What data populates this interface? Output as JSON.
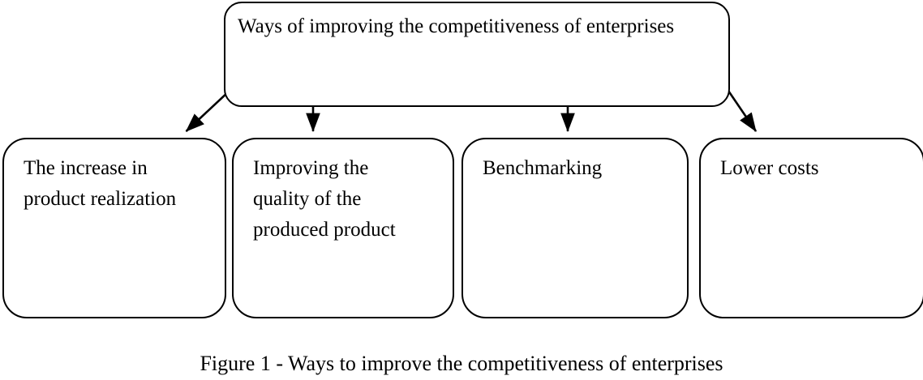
{
  "figure": {
    "caption": "Figure 1 - Ways to improve the competitiveness of enterprises",
    "background_color": "#ffffff",
    "stroke_color": "#000000",
    "text_color": "#000000"
  },
  "diagram": {
    "type": "hierarchy-tree",
    "root": {
      "id": "root",
      "label": "Ways of improving the competitiveness of enterprises"
    },
    "children": [
      {
        "id": "increase",
        "label": "The increase in\nproduct realization"
      },
      {
        "id": "quality",
        "label": "Improving the\nquality of the\nproduced product"
      },
      {
        "id": "benchmark",
        "label": "Benchmarking"
      },
      {
        "id": "lowercost",
        "label": "Lower costs"
      }
    ],
    "connectors": [
      {
        "id": "edge-root-to-increase",
        "from": "root",
        "to": "increase",
        "style": "diagonal-arrow"
      },
      {
        "id": "edge-root-to-quality",
        "from": "root",
        "to": "quality",
        "style": "vertical-arrow"
      },
      {
        "id": "edge-root-to-benchmark",
        "from": "root",
        "to": "benchmark",
        "style": "vertical-arrow"
      },
      {
        "id": "edge-root-to-lowercost",
        "from": "root",
        "to": "lowercost",
        "style": "diagonal-arrow"
      }
    ]
  }
}
